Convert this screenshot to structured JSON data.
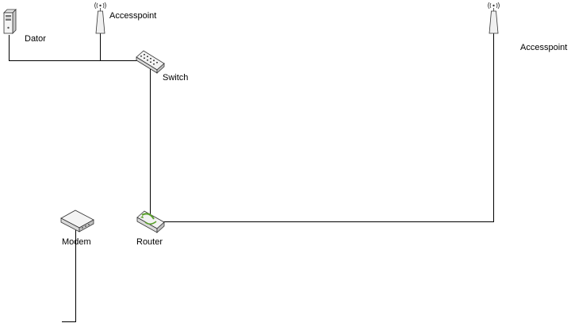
{
  "nodes": {
    "dator": {
      "label": "Dator",
      "icon": "computer-tower-icon"
    },
    "accesspoint_left": {
      "label": "Accesspoint",
      "icon": "wireless-access-point-icon"
    },
    "switch": {
      "label": "Switch",
      "icon": "network-switch-icon"
    },
    "accesspoint_right": {
      "label": "Accesspoint",
      "icon": "wireless-access-point-icon"
    },
    "modem": {
      "label": "Modem",
      "icon": "modem-icon"
    },
    "router": {
      "label": "Router",
      "icon": "router-icon"
    }
  },
  "links": [
    {
      "from": "dator",
      "to": "switch"
    },
    {
      "from": "accesspoint_left",
      "to": "switch"
    },
    {
      "from": "switch",
      "to": "router"
    },
    {
      "from": "router",
      "to": "accesspoint_right"
    },
    {
      "from": "modem",
      "to": "external"
    }
  ],
  "colors": {
    "line": "#000000",
    "device_body": "#f2f2f2",
    "device_outline": "#333333",
    "router_accent": "#5aa02c"
  }
}
